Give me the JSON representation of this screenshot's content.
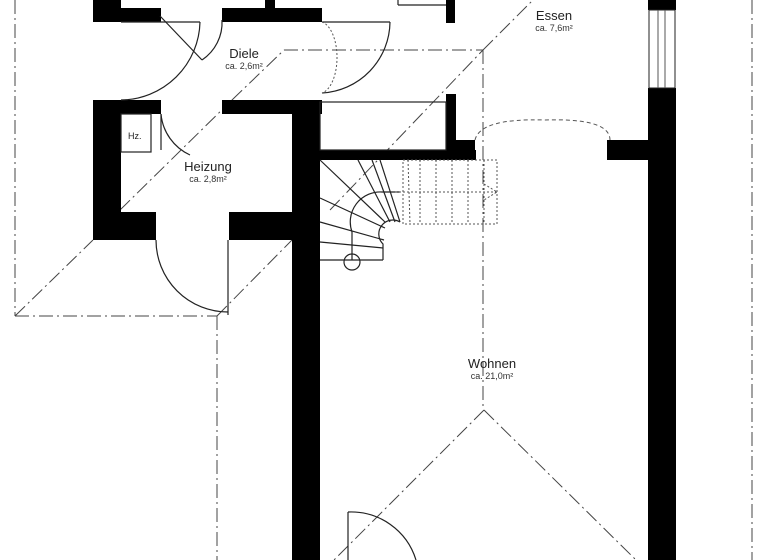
{
  "plan": {
    "rooms": [
      {
        "id": "diele",
        "name": "Diele",
        "area": "ca. 2,6m²"
      },
      {
        "id": "essen",
        "name": "Essen",
        "area": "ca. 7,6m²"
      },
      {
        "id": "heizung",
        "name": "Heizung",
        "area": "ca. 2,8m²"
      },
      {
        "id": "wohnen",
        "name": "Wohnen",
        "area": "ca. 21,0m²"
      }
    ],
    "fixtures": {
      "hz_label": "Hz."
    },
    "colors": {
      "wall": "#000000",
      "background": "#ffffff",
      "line": "#222222"
    }
  }
}
